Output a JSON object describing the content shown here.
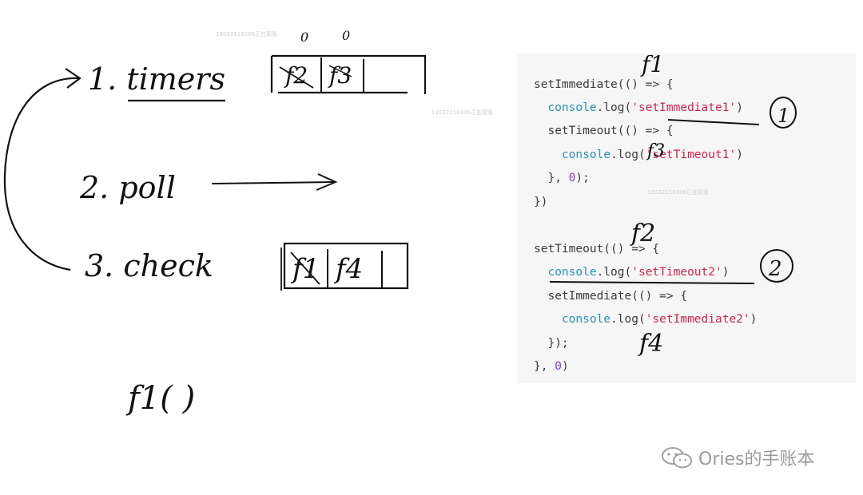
{
  "event_loop": {
    "phases": [
      {
        "label": "1. timers"
      },
      {
        "label": "2. poll"
      },
      {
        "label": "3. check"
      }
    ],
    "timers_queue": [
      "f2",
      "f3"
    ],
    "timers_marks": [
      "0",
      "0"
    ],
    "check_queue": [
      "f1",
      "f4"
    ],
    "call_label": "f1( )"
  },
  "code": {
    "lines": [
      {
        "indent": "",
        "parts": [
          {
            "t": "setImmediate(() => {",
            "c": ""
          }
        ]
      },
      {
        "indent": "  ",
        "parts": [
          {
            "t": "console",
            "c": "fn"
          },
          {
            "t": ".log(",
            "c": ""
          },
          {
            "t": "'setImmediate1'",
            "c": "str"
          },
          {
            "t": ")",
            "c": ""
          }
        ]
      },
      {
        "indent": "  ",
        "parts": [
          {
            "t": "setTimeout(() => {",
            "c": ""
          }
        ]
      },
      {
        "indent": "    ",
        "parts": [
          {
            "t": "console",
            "c": "fn"
          },
          {
            "t": ".log(",
            "c": ""
          },
          {
            "t": "'setTimeout1'",
            "c": "str"
          },
          {
            "t": ")",
            "c": ""
          }
        ]
      },
      {
        "indent": "  ",
        "parts": [
          {
            "t": "}, ",
            "c": ""
          },
          {
            "t": "0",
            "c": "num"
          },
          {
            "t": ");",
            "c": ""
          }
        ]
      },
      {
        "indent": "",
        "parts": [
          {
            "t": "})",
            "c": ""
          }
        ]
      },
      {
        "indent": "",
        "parts": [
          {
            "t": "setTimeout(() => {",
            "c": ""
          }
        ]
      },
      {
        "indent": "  ",
        "parts": [
          {
            "t": "console",
            "c": "fn"
          },
          {
            "t": ".log(",
            "c": ""
          },
          {
            "t": "'setTimeout2'",
            "c": "str"
          },
          {
            "t": ")",
            "c": ""
          }
        ]
      },
      {
        "indent": "  ",
        "parts": [
          {
            "t": "setImmediate(() => {",
            "c": ""
          }
        ]
      },
      {
        "indent": "    ",
        "parts": [
          {
            "t": "console",
            "c": "fn"
          },
          {
            "t": ".log(",
            "c": ""
          },
          {
            "t": "'setImmediate2'",
            "c": "str"
          },
          {
            "t": ")",
            "c": ""
          }
        ]
      },
      {
        "indent": "  ",
        "parts": [
          {
            "t": "});",
            "c": ""
          }
        ]
      },
      {
        "indent": "",
        "parts": [
          {
            "t": "}, ",
            "c": ""
          },
          {
            "t": "0",
            "c": "num"
          },
          {
            "t": ")",
            "c": ""
          }
        ]
      }
    ],
    "annotations": {
      "f1": "f1",
      "f3": "f3",
      "f2": "f2",
      "f4": "f4",
      "circled_1": "1",
      "circled_2": "2"
    }
  },
  "watermark": "13032118206正在观看",
  "brand": {
    "text": "Ories的手账本",
    "icon": "wechat-icon"
  },
  "colors": {
    "ink": "#111111",
    "code_bg": "#f6f6f6",
    "fn": "#2a8fb5",
    "str": "#c7254e",
    "num": "#7b3fb0"
  }
}
